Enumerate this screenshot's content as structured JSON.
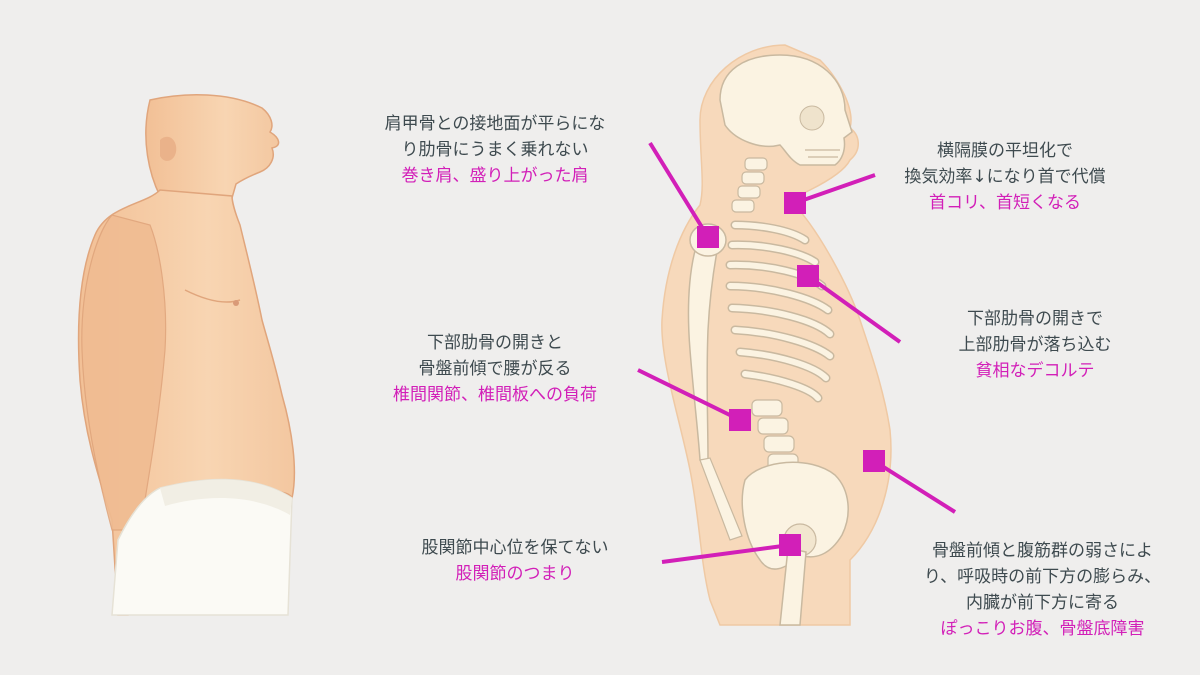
{
  "colors": {
    "background": "#efeeed",
    "skin": "#f6cfa8",
    "skin_shadow": "#e8b48a",
    "bone": "#fbf3e2",
    "bone_outline": "#c9b9a0",
    "annotation": "#d21fb8",
    "text": "#3e4a4f",
    "underwear": "#fbfaf5"
  },
  "icons": [
    "human-side-view-illustration",
    "skeleton-side-view-illustration"
  ],
  "annotations": [
    {
      "id": "shoulder",
      "lines": [
        "肩甲骨との接地面が平らにな",
        "り肋骨にうまく乗れない"
      ],
      "effect": "巻き肩、盛り上がった肩"
    },
    {
      "id": "neck",
      "lines": [
        "横隔膜の平坦化で",
        "換気効率↓になり首で代償"
      ],
      "effect": "首コリ、首短くなる"
    },
    {
      "id": "upper-ribs",
      "lines": [
        "下部肋骨の開きで",
        "上部肋骨が落ち込む"
      ],
      "effect": "貧相なデコルテ"
    },
    {
      "id": "lumbar",
      "lines": [
        "下部肋骨の開きと",
        "骨盤前傾で腰が反る"
      ],
      "effect": "椎間関節、椎間板への負荷"
    },
    {
      "id": "hip",
      "lines": [
        "股関節中心位を保てない"
      ],
      "effect": "股関節のつまり"
    },
    {
      "id": "belly",
      "lines": [
        "骨盤前傾と腹筋群の弱さによ",
        "り、呼吸時の前下方の膨らみ、",
        "内臓が前下方に寄る"
      ],
      "effect": "ぽっこりお腹、骨盤底障害"
    }
  ]
}
